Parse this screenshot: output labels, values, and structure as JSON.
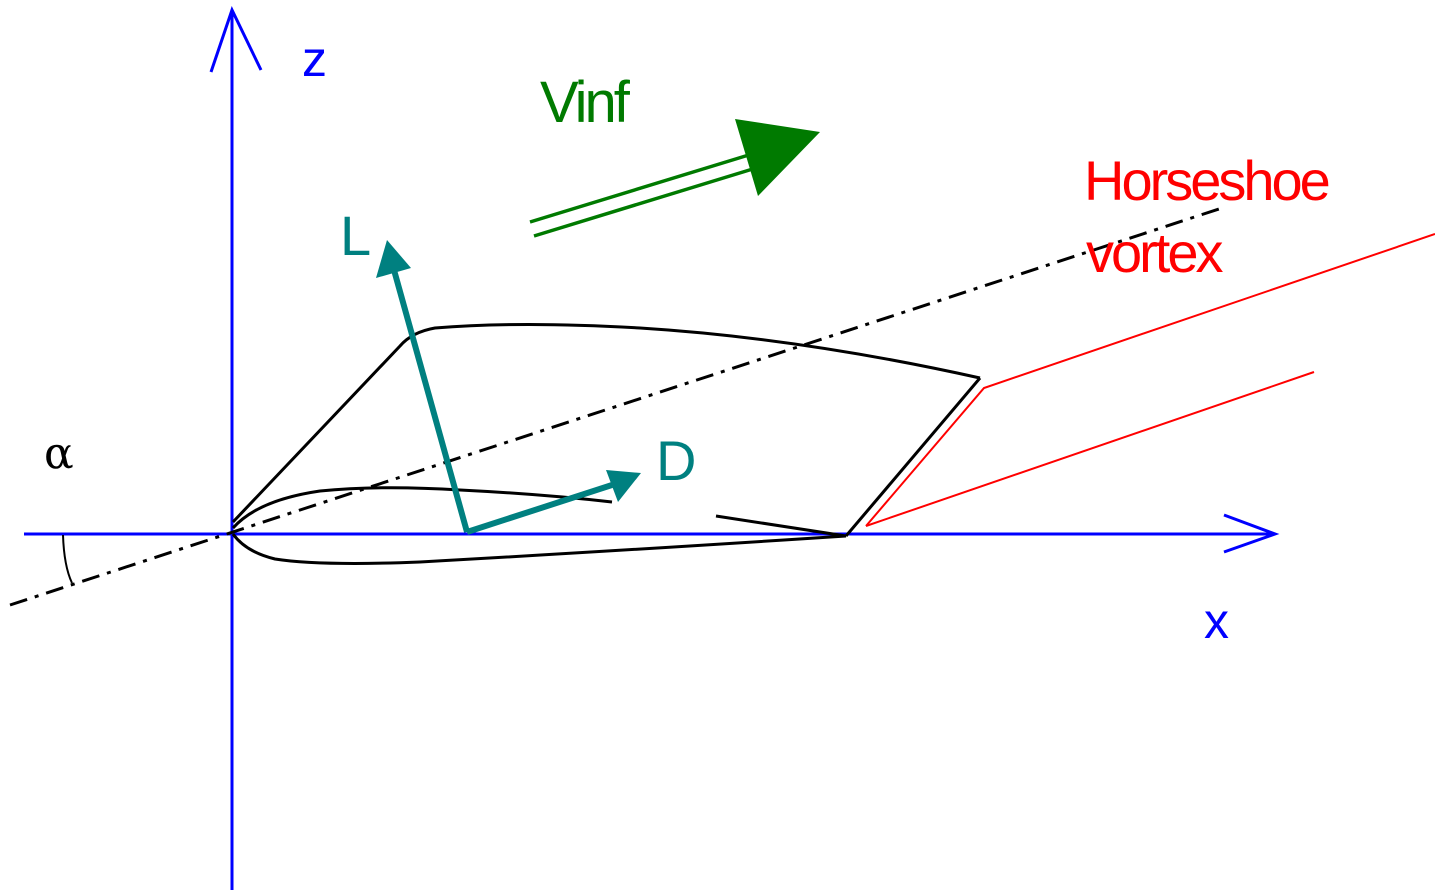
{
  "labels": {
    "z_axis": "z",
    "x_axis": "x",
    "velocity": "Vinf",
    "lift": "L",
    "drag": "D",
    "angle": "α",
    "vortex_line1": "Horseshoe",
    "vortex_line2": "vortex"
  },
  "colors": {
    "axes": "#0000ff",
    "velocity": "#007a00",
    "forces": "#008080",
    "vortex": "#ff0000",
    "wing": "#000000"
  }
}
